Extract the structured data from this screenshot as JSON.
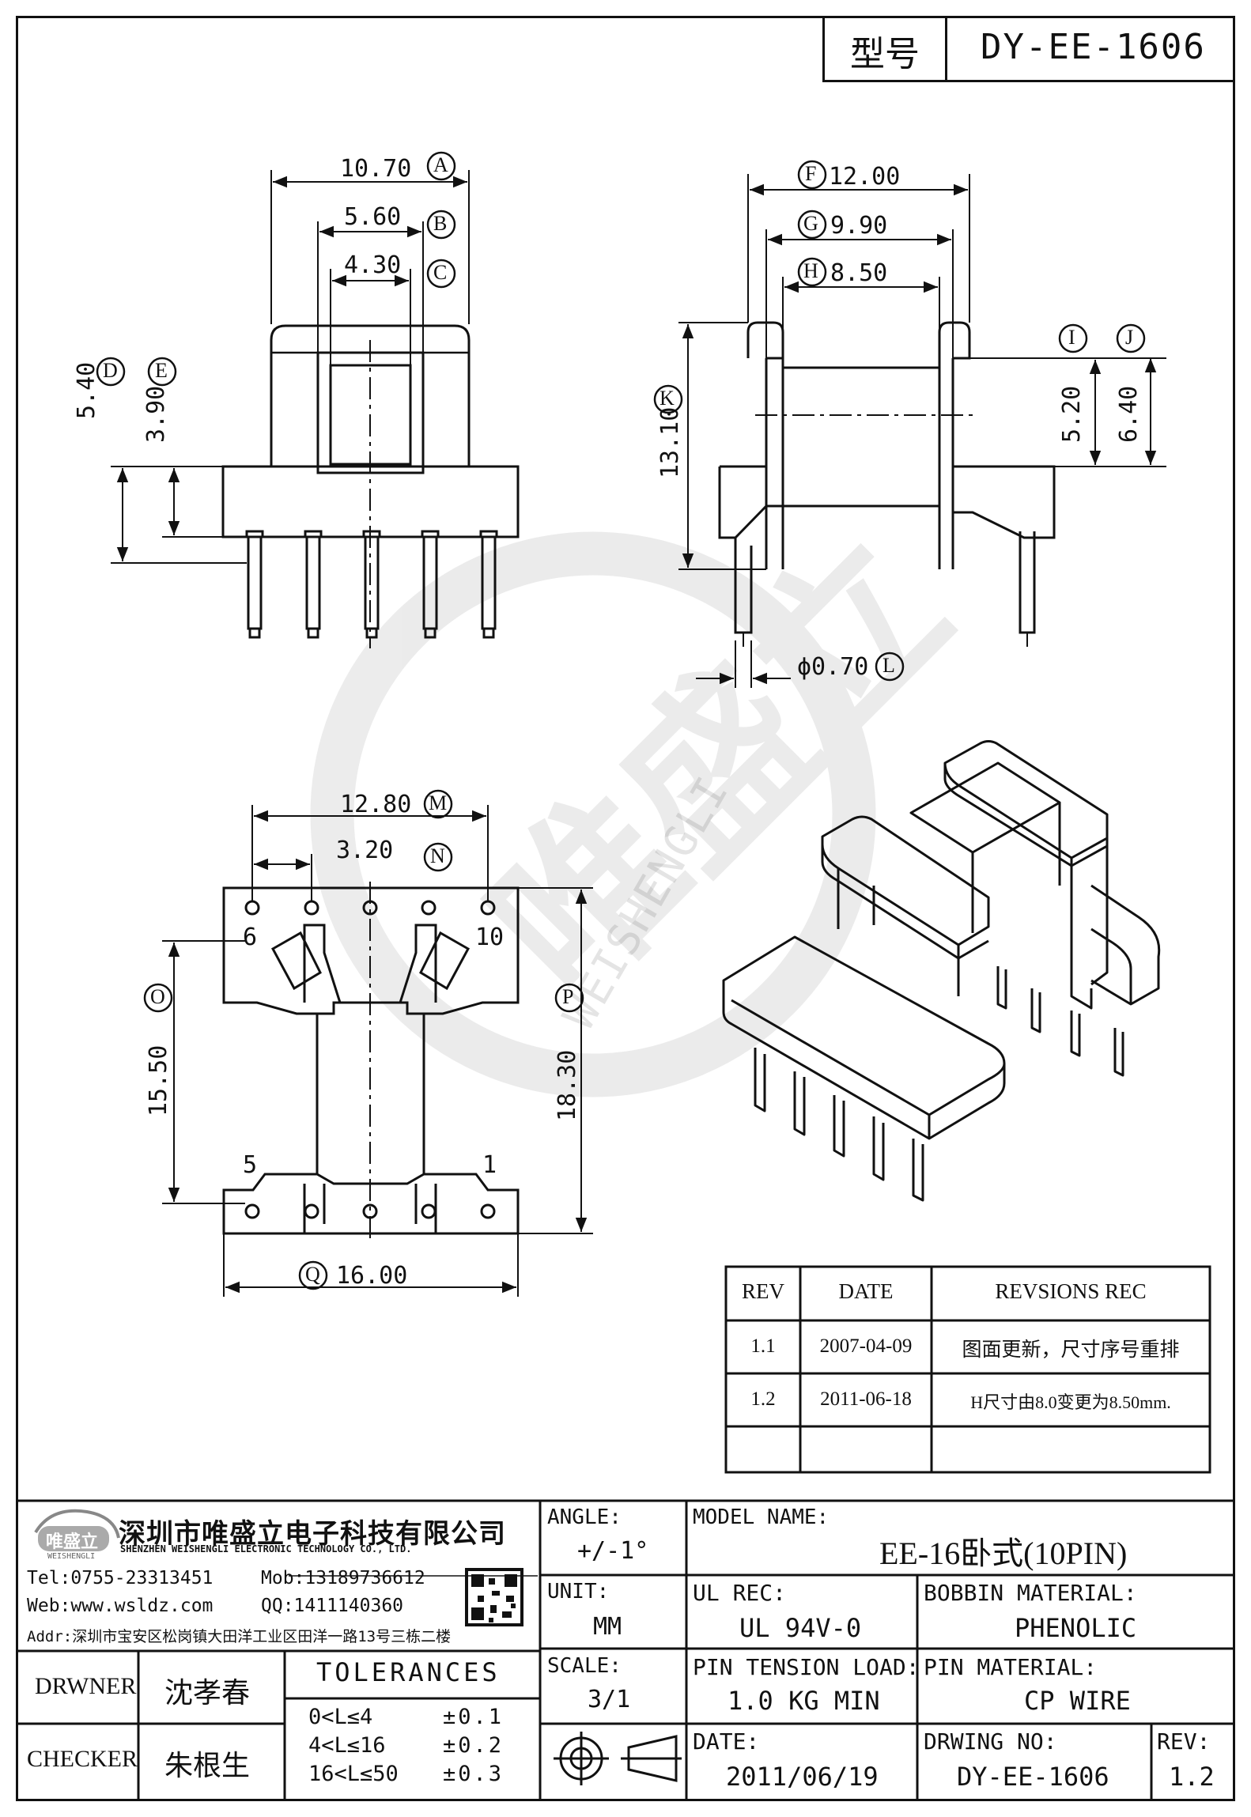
{
  "header": {
    "type_label": "型号",
    "part_number": "DY-EE-1606"
  },
  "dimensions": {
    "front": {
      "A": {
        "letter": "A",
        "value": "10.70"
      },
      "B": {
        "letter": "B",
        "value": "5.60"
      },
      "C": {
        "letter": "C",
        "value": "4.30"
      },
      "D": {
        "letter": "D",
        "value": "5.40"
      },
      "E": {
        "letter": "E",
        "value": "3.90"
      }
    },
    "side": {
      "F": {
        "letter": "F",
        "value": "12.00"
      },
      "G": {
        "letter": "G",
        "value": "9.90"
      },
      "H": {
        "letter": "H",
        "value": "8.50"
      },
      "I": {
        "letter": "I",
        "value": "5.20"
      },
      "J": {
        "letter": "J",
        "value": "6.40"
      },
      "K": {
        "letter": "K",
        "value": "13.10"
      },
      "L": {
        "letter": "L",
        "value": "ϕ0.70"
      }
    },
    "bottom": {
      "M": {
        "letter": "M",
        "value": "12.80"
      },
      "N": {
        "letter": "N",
        "value": "3.20"
      },
      "O": {
        "letter": "O",
        "value": "15.50"
      },
      "P": {
        "letter": "P",
        "value": "18.30"
      },
      "Q": {
        "letter": "Q",
        "value": "16.00"
      },
      "pins": {
        "p6": "6",
        "p10": "10",
        "p5": "5",
        "p1": "1"
      }
    }
  },
  "watermark": {
    "text_cn": "唯盛立",
    "text_en": "WEISHENGLI"
  },
  "revisions": {
    "headers": [
      "REV",
      "DATE",
      "REVSIONS REC"
    ],
    "rows": [
      [
        "1.1",
        "2007-04-09",
        "图面更新，尺寸序号重排"
      ],
      [
        "1.2",
        "2011-06-18",
        "H尺寸由8.0变更为8.50mm."
      ],
      [
        "",
        "",
        ""
      ]
    ]
  },
  "company": {
    "logo_text": "唯盛立",
    "logo_sub": "WEISHENGLI",
    "name_cn": "深圳市唯盛立电子科技有限公司",
    "name_en": "SHENZHEN WEISHENGLI ELECTRONIC TECHNOLOGY CO., LTD.",
    "tel": "Tel:0755-23313451",
    "mob": "Mob:13189736612",
    "web": "Web:www.wsldz.com",
    "qq": "QQ:1411140360",
    "addr": "Addr:深圳市宝安区松岗镇大田洋工业区田洋一路13号三栋二楼"
  },
  "title_block": {
    "angle_label": "ANGLE:",
    "angle_value": "+/-1°",
    "model_label": "MODEL NAME:",
    "model_value": "EE-16卧式(10PIN)",
    "unit_label": "UNIT:",
    "unit_value": "MM",
    "ul_label": "UL REC:",
    "ul_value": "UL 94V-0",
    "bobbin_label": "BOBBIN MATERIAL:",
    "bobbin_value": "PHENOLIC",
    "scale_label": "SCALE:",
    "scale_value": "3/1",
    "pin_tension_label": "PIN TENSION LOAD:",
    "pin_tension_value": "1.0 KG MIN",
    "pin_material_label": "PIN MATERIAL:",
    "pin_material_value": "CP WIRE",
    "date_label": "DATE:",
    "date_value": "2011/06/19",
    "drawing_no_label": "DRWING NO:",
    "drawing_no_value": "DY-EE-1606",
    "rev_label": "REV:",
    "rev_value": "1.2",
    "drawer_label": "DRWNER",
    "drawer_name": "沈孝春",
    "checker_label": "CHECKER",
    "checker_name": "朱根生",
    "tolerances_label": "TOLERANCES",
    "tolerances": [
      {
        "range": "0<L≤4",
        "value": "±0.1"
      },
      {
        "range": "4<L≤16",
        "value": "±0.2"
      },
      {
        "range": "16<L≤50",
        "value": "±0.3"
      }
    ]
  }
}
